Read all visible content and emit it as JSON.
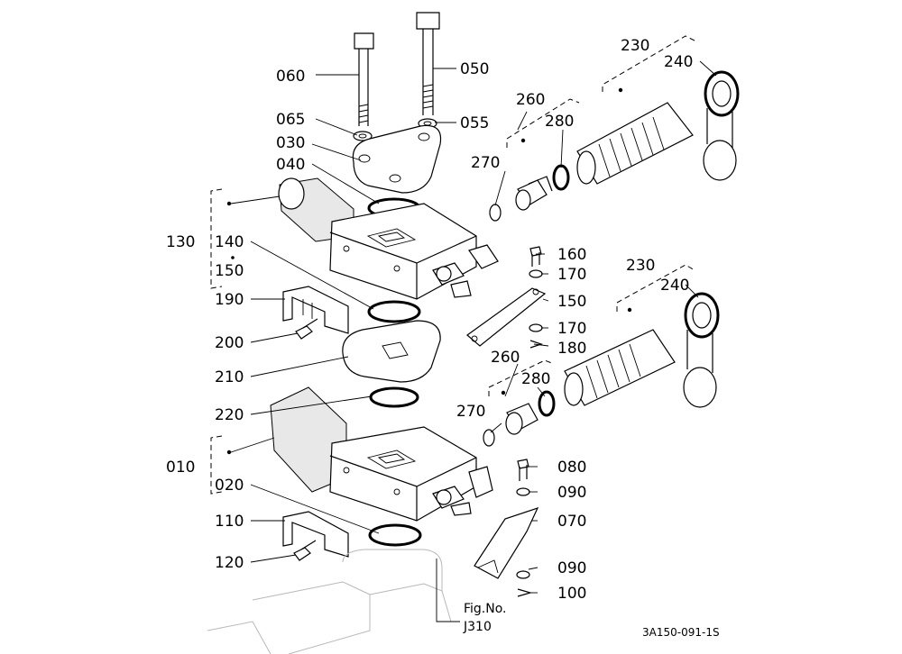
{
  "callouts": {
    "c060": "060",
    "c050": "050",
    "c065": "065",
    "c055": "055",
    "c030": "030",
    "c040": "040",
    "c130": "130",
    "c140": "140",
    "c150a": "150",
    "c190": "190",
    "c200": "200",
    "c210": "210",
    "c220": "220",
    "c010": "010",
    "c020": "020",
    "c110": "110",
    "c120": "120",
    "c230a": "230",
    "c240a": "240",
    "c260a": "260",
    "c280a": "280",
    "c270a": "270",
    "c160": "160",
    "c170a": "170",
    "c150b": "150",
    "c170b": "170",
    "c180": "180",
    "c230b": "230",
    "c240b": "240",
    "c260b": "260",
    "c280b": "280",
    "c270b": "270",
    "c080": "080",
    "c090a": "090",
    "c070": "070",
    "c090b": "090",
    "c100": "100"
  },
  "figure": {
    "fig_no_label": "Fig.No.",
    "fig_no_value": "J310",
    "drawing_code": "3A150-091-1S"
  }
}
